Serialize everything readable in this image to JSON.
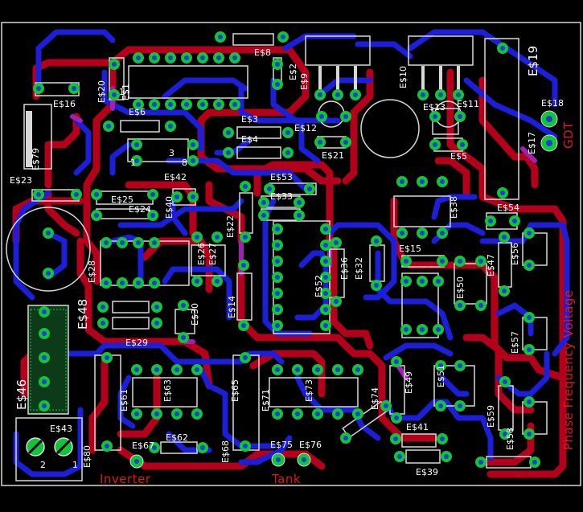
{
  "board": {
    "background": "#000000",
    "colors": {
      "top_trace": "#b3001b",
      "bottom_trace": "#1d1fd8",
      "pad": "#13c43a",
      "silkscreen": "#ffffff",
      "section_text": "#e01818"
    }
  },
  "labels": {
    "e16": "E$16",
    "e20": "E$20",
    "e1": "E$1",
    "e8": "E$8",
    "e2": "E$2",
    "e9": "E$9",
    "e10": "E$10",
    "e19": "E$19",
    "e18": "E$18",
    "e17": "E$17",
    "e6": "E$6",
    "e3": "E$3",
    "e12": "E$12",
    "e4": "E$4",
    "e13": "E$13",
    "e11": "E$11",
    "e21": "E$21",
    "e5": "E$5",
    "e79": "E$79",
    "e23": "E$23",
    "e42": "E$42",
    "e53": "E$53",
    "e25": "E$25",
    "e24": "E$24",
    "e40": "E$40",
    "e22": "E$22",
    "e38": "E$38",
    "e54": "E$54",
    "e28": "E$28",
    "e26": "E$26",
    "e27": "E$27",
    "e14": "E$14",
    "e36": "E$36",
    "e52": "E$52",
    "e56": "E$56",
    "e48": "E$48",
    "e30": "E$30",
    "e29": "E$29",
    "e46": "E$46",
    "e57": "E$57",
    "e49": "E$49",
    "e51": "E$51",
    "e61": "E$61",
    "e63": "E$63",
    "e65": "E$65",
    "e71": "E$71",
    "e73": "E$73",
    "e74": "E$74",
    "e43": "E$43",
    "e80": "E$80",
    "e67": "E$67",
    "e62": "E$62",
    "e68": "E$68",
    "e75": "E$75",
    "e76": "E$76",
    "e41": "E$41",
    "e39": "E$39",
    "e59": "E$59",
    "e58": "E$58",
    "e15": "E$15",
    "e47": "E$47",
    "e50": "E$50",
    "e33": "E$33",
    "e32": "E$32",
    "gdt": "GDT",
    "phase_freq": "Phase Frequency Voltage",
    "inverter": "Inverter",
    "tank": "Tank",
    "pin1a": "1",
    "pin3": "3",
    "pin2": "2",
    "pin1b": "1",
    "pin1c": "1",
    "pin8": "8"
  }
}
